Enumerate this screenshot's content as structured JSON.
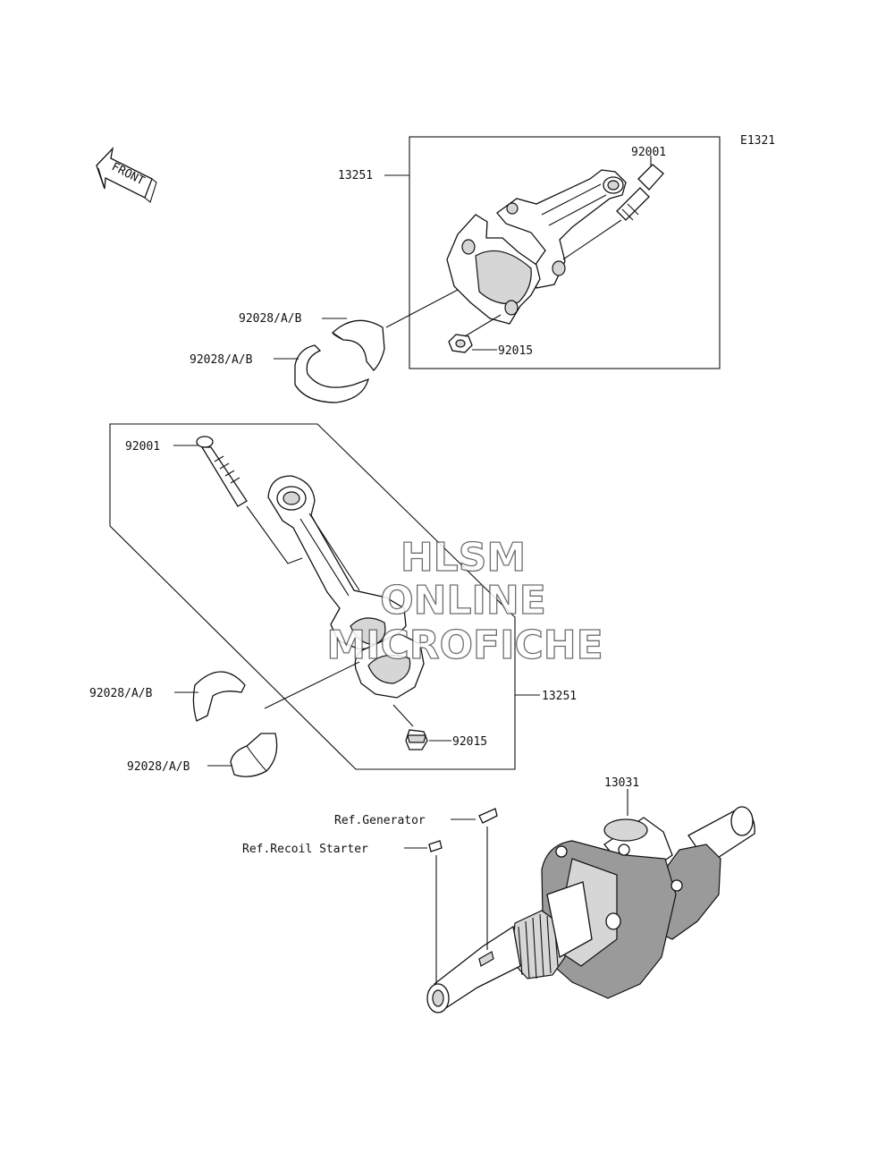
{
  "diagram_id": "E1321",
  "front_arrow": "FRONT",
  "watermark": [
    "HLSM",
    "ONLINE",
    "MICROFICHE"
  ],
  "labels": {
    "top_assembly": "13251",
    "top_bolt": "92001",
    "top_nut": "92015",
    "top_bearing_upper": "92028/A/B",
    "top_bearing_lower": "92028/A/B",
    "mid_bolt": "92001",
    "mid_assembly": "13251",
    "mid_bearing_upper": "92028/A/B",
    "mid_bearing_lower": "92028/A/B",
    "mid_nut": "92015",
    "crankshaft": "13031",
    "ref_generator": "Ref.Generator",
    "ref_recoil": "Ref.Recoil Starter"
  }
}
